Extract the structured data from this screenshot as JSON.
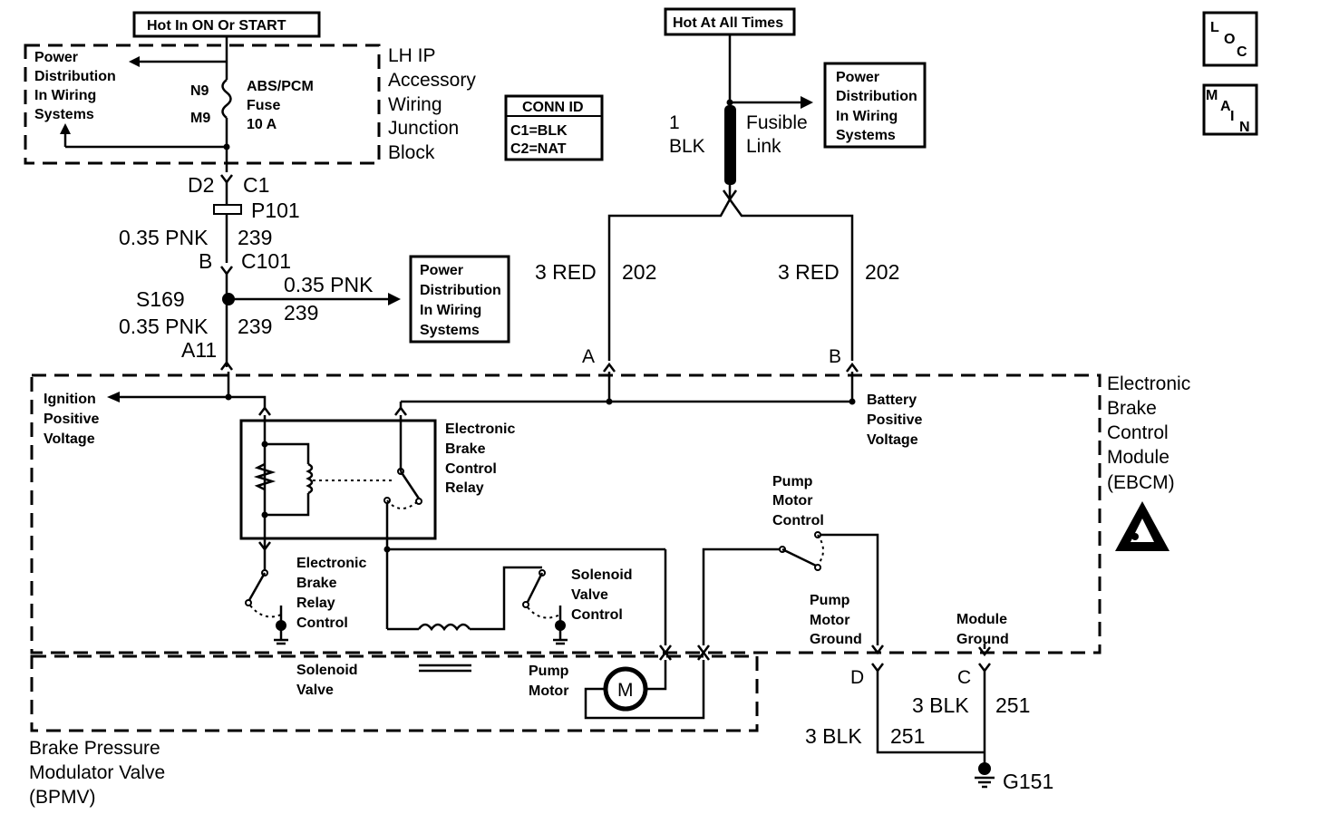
{
  "labels": {
    "hot_on_start": "Hot In ON Or START",
    "hot_all_times": "Hot At All Times",
    "loc": [
      "L",
      "O",
      "C"
    ],
    "main": [
      "M",
      "A",
      "I",
      "N"
    ],
    "power_dist_1": [
      "Power",
      "Distribution",
      "In Wiring",
      "Systems"
    ],
    "power_dist_2": [
      "Power",
      "Distribution",
      "In Wiring",
      "Systems"
    ],
    "power_dist_3": [
      "Power",
      "Distribution",
      "In Wiring",
      "Systems"
    ],
    "fuse": [
      "ABS/PCM",
      "Fuse",
      "10 A"
    ],
    "fuse_pin_top": "N9",
    "fuse_pin_bottom": "M9",
    "junction_block": [
      "LH IP",
      "Accessory",
      "Wiring",
      "Junction",
      "Block"
    ],
    "conn_id": [
      "CONN ID",
      "C1=BLK",
      "C2=NAT"
    ],
    "fusible_link": [
      "Fusible",
      "Link"
    ],
    "fusible_wire": [
      "1",
      "BLK"
    ],
    "d2": "D2",
    "c1": "C1",
    "p101": "P101",
    "pnk_1": "0.35 PNK",
    "ckt_239_1": "239",
    "b": "B",
    "c101": "C101",
    "s169": "S169",
    "pnk_2": "0.35 PNK",
    "ckt_239_2": "239",
    "pnk_3": "0.35 PNK",
    "ckt_239_3": "239",
    "a11": "A11",
    "red_left": "3 RED",
    "ckt_202_left": "202",
    "red_right": "3 RED",
    "ckt_202_right": "202",
    "pin_a": "A",
    "pin_b": "B",
    "ignition": [
      "Ignition",
      "Positive",
      "Voltage"
    ],
    "battery": [
      "Battery",
      "Positive",
      "Voltage"
    ],
    "ebcm": [
      "Electronic",
      "Brake",
      "Control",
      "Module",
      "(EBCM)"
    ],
    "relay": [
      "Electronic",
      "Brake",
      "Control",
      "Relay"
    ],
    "relay_control": [
      "Electronic",
      "Brake",
      "Relay",
      "Control"
    ],
    "solenoid_control": [
      "Solenoid",
      "Valve",
      "Control"
    ],
    "pump_motor_control": [
      "Pump",
      "Motor",
      "Control"
    ],
    "pump_motor_ground": [
      "Pump",
      "Motor",
      "Ground"
    ],
    "module_ground": [
      "Module",
      "Ground"
    ],
    "solenoid_valve": [
      "Solenoid",
      "Valve"
    ],
    "pump_motor": [
      "Pump",
      "Motor"
    ],
    "motor_symbol": "M",
    "pin_d": "D",
    "pin_c": "C",
    "blk_c": "3 BLK",
    "ckt_251_c": "251",
    "blk_d": "3 BLK",
    "ckt_251_d": "251",
    "g151": "G151",
    "bpmv": [
      "Brake Pressure",
      "Modulator Valve",
      "(BPMV)"
    ]
  }
}
